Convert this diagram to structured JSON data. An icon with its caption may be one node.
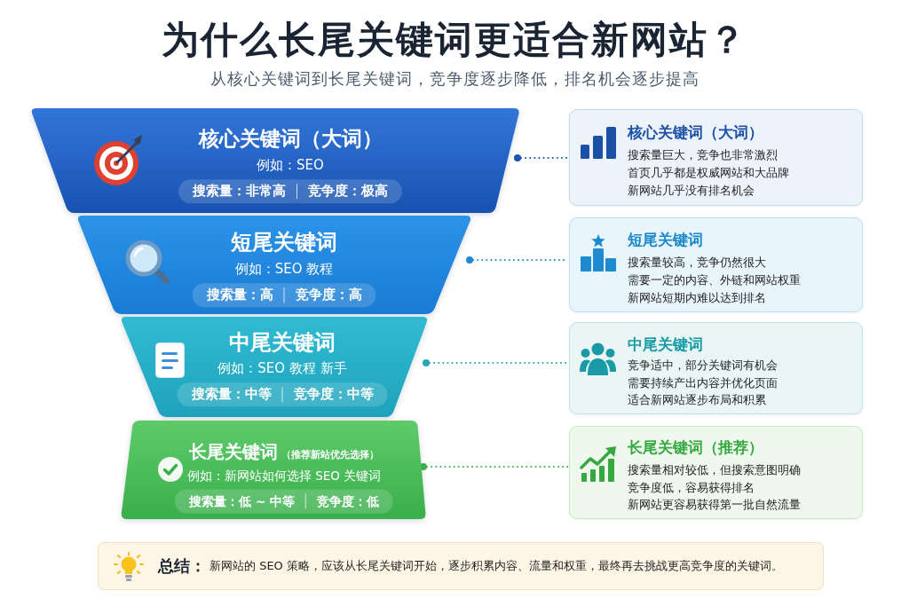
{
  "diagram": {
    "title": "为什么长尾关键词更适合新网站？",
    "nodes": [
      {
        "text": [
          "核心关键词（大词）",
          "例如：SEO",
          "搜索量：非常高",
          "竞争度：极高"
        ]
      },
      {
        "text": [
          "短尾关键词",
          "例如：SEO 教程",
          "搜索量：高",
          "竞争度：高"
        ]
      },
      {
        "text": [
          "中尾关键词",
          "例如：SEO 教程 新手",
          "搜索量：中等",
          "竞争度：中等"
        ]
      },
      {
        "text": [
          "长尾关键词",
          "（推荐新站优先选择）",
          "例如：新网站如何选择 SEO 关键词",
          "搜索量：低 ~ 中等",
          "竞争度：低"
        ]
      },
      {
        "text": [
          "核心关键词（大词）",
          "搜索量巨大，竞争也非常激烈",
          "首页几乎都是权威网站和大品牌",
          "新网站几乎没有排名机会"
        ]
      },
      {
        "text": [
          "短尾关键词",
          "搜索量较高，竞争仍然很大",
          "需要一定的内容、外链和网站权重",
          "新网站短期内难以达到排名"
        ]
      },
      {
        "text": [
          "中尾关键词",
          "竞争适中，部分关键词有机会",
          "需要持续产出内容并优化页面",
          "适合新网站逐步布局和积累"
        ]
      },
      {
        "text": [
          "长尾关键词（推荐）",
          "搜索量相对较低，但搜索意图明确",
          "竞争度低，容易获得排名",
          "新网站更容易获得第一批自然流量"
        ]
      },
      {
        "text": [
          "总结：",
          "新网站的 SEO 策略，应该从长尾关键词开始，逐步积累内容、流量和权重，最终再去挑战更高竞争度的关键词。"
        ]
      }
    ],
    "edges": [
      {
        "from": 0,
        "to": 4,
        "arrow": "other",
        "style": "dashed",
        "color": "#1a55b5"
      },
      {
        "from": 1,
        "to": 5,
        "arrow": "other",
        "style": "dashed",
        "color": "#1f86d8"
      },
      {
        "from": 2,
        "to": 6,
        "arrow": "other",
        "style": "dashed",
        "color": "#22a6b8"
      },
      {
        "from": 3,
        "to": 7,
        "arrow": "other",
        "style": "dashed",
        "color": "#3fb24f"
      }
    ],
    "labels": [
      "从核心关键词到长尾关键词，竞争度逐步降低，排名机会逐步提高"
    ]
  }
}
